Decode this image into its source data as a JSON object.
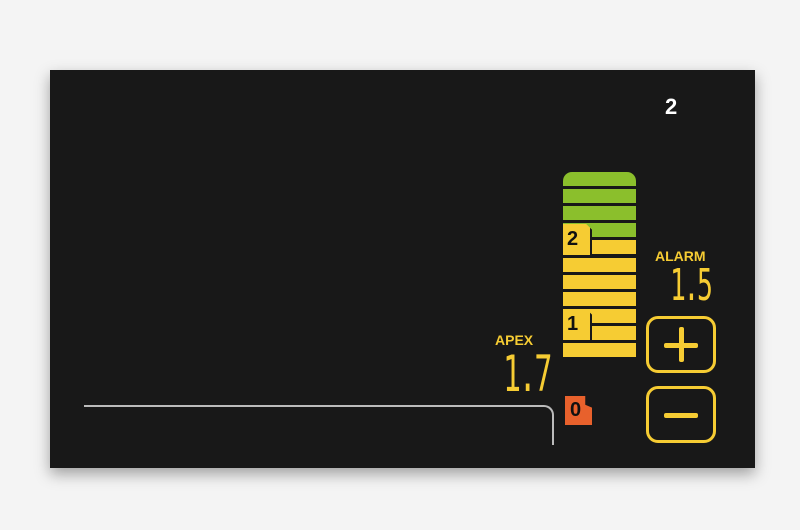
{
  "page_number": "2",
  "gauge": {
    "segments": [
      "green",
      "green",
      "green",
      "green",
      "yellow",
      "yellow",
      "yellow",
      "yellow",
      "yellow",
      "yellow",
      "yellow"
    ],
    "markers": [
      {
        "label": "2"
      },
      {
        "label": "1"
      }
    ],
    "zero_label": "0"
  },
  "alarm": {
    "label": "ALARM",
    "value": "1.5"
  },
  "apex": {
    "label": "APEX",
    "value": "1.7"
  },
  "buttons": {
    "increase": "plus-icon",
    "decrease": "minus-icon"
  },
  "colors": {
    "green": "#8bbf2c",
    "yellow": "#f6cc33",
    "orange": "#e8612c",
    "background": "#181818"
  }
}
